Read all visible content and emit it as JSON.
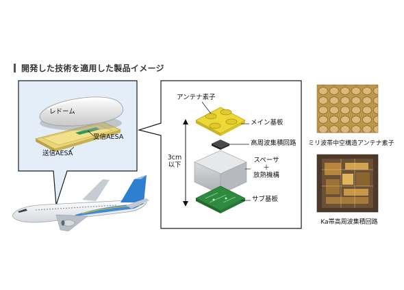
{
  "title": "開発した技術を適用した製品イメージ",
  "callout": {
    "radome": "レドーム",
    "receive_aesa": "受信AESA",
    "transmit_aesa": "送信AESA"
  },
  "stack": {
    "antenna_element": "アンテナ素子",
    "main_board": "メイン基板",
    "hf_ic": "高周波集積回路",
    "spacer_line1": "スペーサ",
    "spacer_plus": "＋",
    "spacer_line2": "放熱機構",
    "sub_board": "サブ基板",
    "height_line1": "3cm",
    "height_line2": "以下"
  },
  "photos": {
    "top_caption": "ミリ波帯中空構造アンテナ素子",
    "bottom_caption": "Ka帯高周波集積回路"
  },
  "colors": {
    "callout_fill": "#e3eef8",
    "callout_border": "#1a1a1a",
    "board_yellow": "#ecd936",
    "board_green": "#2e8b3e",
    "spacer_gray": "#c9cccf",
    "ic_dark": "#333333",
    "plane_blue": "#2f7fd0"
  }
}
